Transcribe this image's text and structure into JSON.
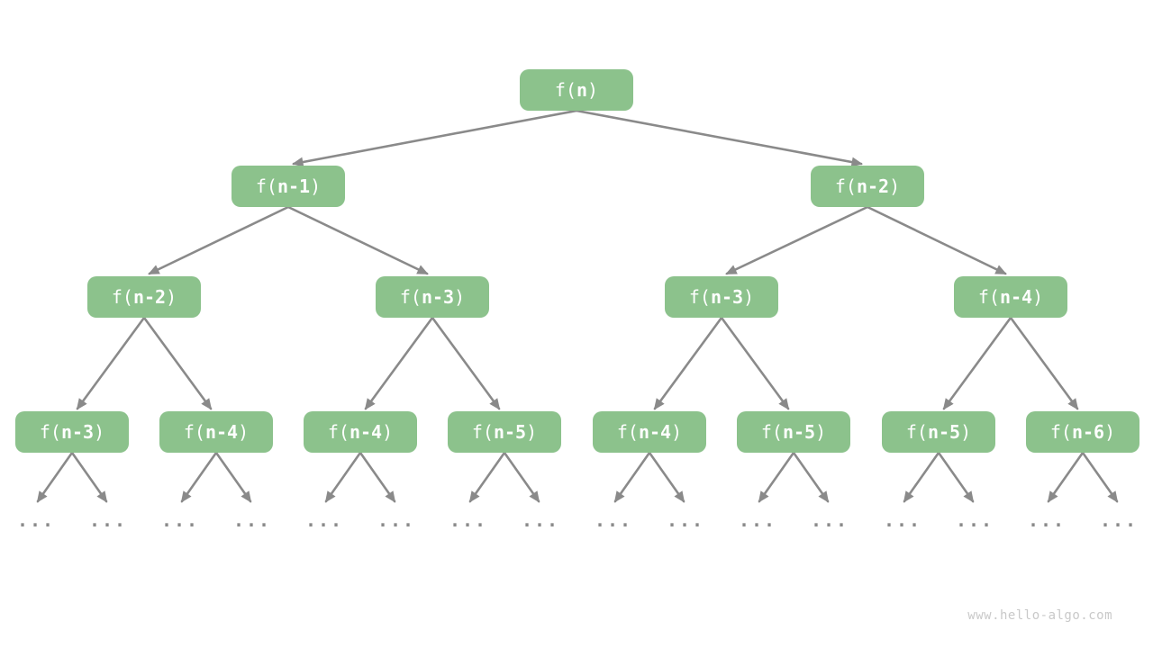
{
  "tree": {
    "description": "recursion-tree-of-fibonacci-style-calls",
    "ellipsis": "...",
    "levels": [
      {
        "nodes": [
          {
            "prefix": "f(",
            "arg": "n",
            "suffix": ")"
          }
        ]
      },
      {
        "nodes": [
          {
            "prefix": "f(",
            "arg": "n-1",
            "suffix": ")"
          },
          {
            "prefix": "f(",
            "arg": "n-2",
            "suffix": ")"
          }
        ]
      },
      {
        "nodes": [
          {
            "prefix": "f(",
            "arg": "n-2",
            "suffix": ")"
          },
          {
            "prefix": "f(",
            "arg": "n-3",
            "suffix": ")"
          },
          {
            "prefix": "f(",
            "arg": "n-3",
            "suffix": ")"
          },
          {
            "prefix": "f(",
            "arg": "n-4",
            "suffix": ")"
          }
        ]
      },
      {
        "nodes": [
          {
            "prefix": "f(",
            "arg": "n-3",
            "suffix": ")"
          },
          {
            "prefix": "f(",
            "arg": "n-4",
            "suffix": ")"
          },
          {
            "prefix": "f(",
            "arg": "n-4",
            "suffix": ")"
          },
          {
            "prefix": "f(",
            "arg": "n-5",
            "suffix": ")"
          },
          {
            "prefix": "f(",
            "arg": "n-4",
            "suffix": ")"
          },
          {
            "prefix": "f(",
            "arg": "n-5",
            "suffix": ")"
          },
          {
            "prefix": "f(",
            "arg": "n-5",
            "suffix": ")"
          },
          {
            "prefix": "f(",
            "arg": "n-6",
            "suffix": ")"
          }
        ]
      }
    ]
  },
  "colors": {
    "node_fill": "#8cc28c",
    "node_text": "#ffffff",
    "edge": "#8a8a8a",
    "ellipsis": "#8a8a8a",
    "watermark": "#c9c9c9"
  },
  "watermark": {
    "text": "www.hello-algo.com"
  }
}
